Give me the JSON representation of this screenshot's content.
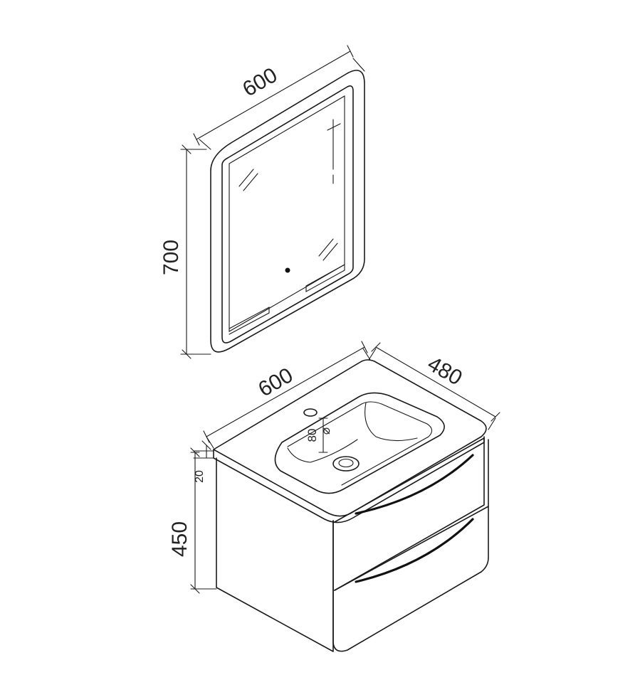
{
  "mirror": {
    "width_label": "600",
    "height_label": "700"
  },
  "vanity": {
    "width_label": "600",
    "depth_label": "480",
    "top_thickness_label": "20",
    "cabinet_height_label": "450",
    "tap_hole_offset_label": "80"
  },
  "colors": {
    "line": "#1a1a1a",
    "background": "#ffffff"
  }
}
